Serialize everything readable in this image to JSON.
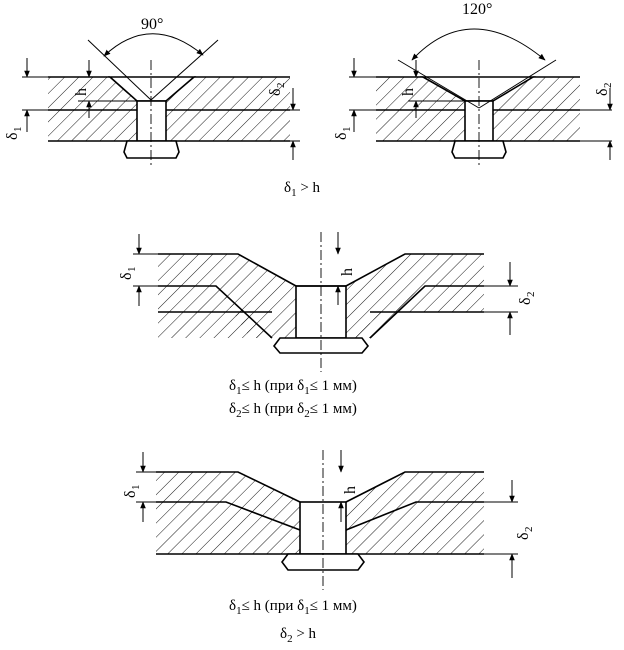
{
  "figures": [
    {
      "id": "fig-top-left",
      "angle": "90°",
      "labels": {
        "d1": "δ",
        "d1_sub": "1",
        "d2": "δ",
        "d2_sub": "2",
        "h": "h"
      }
    },
    {
      "id": "fig-top-right",
      "angle": "120°",
      "labels": {
        "d1": "δ",
        "d1_sub": "1",
        "d2": "δ",
        "d2_sub": "2",
        "h": "h"
      }
    },
    {
      "id": "fig-middle",
      "labels": {
        "d1": "δ",
        "d1_sub": "1",
        "d2": "δ",
        "d2_sub": "2",
        "h": "h"
      }
    },
    {
      "id": "fig-bottom",
      "labels": {
        "d1": "δ",
        "d1_sub": "1",
        "d2": "δ",
        "d2_sub": "2",
        "h": "h"
      }
    }
  ],
  "captions": {
    "top": {
      "a": "δ",
      "sub": "1",
      "b": " > h"
    },
    "middle_1": {
      "a": "δ",
      "sub1": "1",
      "b": "≤ h  (при δ",
      "sub2": "1",
      "c": "≤ 1 мм)"
    },
    "middle_2": {
      "a": "δ",
      "sub1": "2",
      "b": "≤ h  (при δ",
      "sub2": "2",
      "c": "≤ 1 мм)"
    },
    "bottom_1": {
      "a": "δ",
      "sub1": "1",
      "b": "≤ h  (при δ",
      "sub2": "1",
      "c": "≤ 1 мм)"
    },
    "bottom_2": {
      "a": "δ",
      "sub": "2",
      "b": " > h"
    }
  }
}
